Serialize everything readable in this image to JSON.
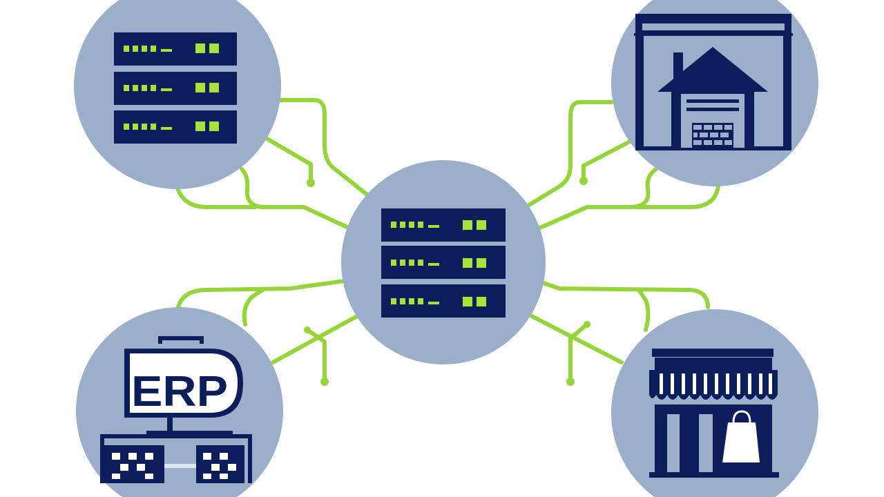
{
  "diagram": {
    "nodes": [
      {
        "id": "hub",
        "icon": "server-icon"
      },
      {
        "id": "top-left",
        "icon": "server-icon"
      },
      {
        "id": "top-right",
        "icon": "warehouse-icon"
      },
      {
        "id": "bottom-left",
        "icon": "erp-icon"
      },
      {
        "id": "bottom-right",
        "icon": "storefront-icon"
      }
    ],
    "erp_label": "ERP"
  },
  "colors": {
    "background": "#ffffff",
    "circle": "#9bafcb",
    "navy": "#0b1e5b",
    "green": "#94d63a",
    "lime_led": "#a7e23a"
  }
}
